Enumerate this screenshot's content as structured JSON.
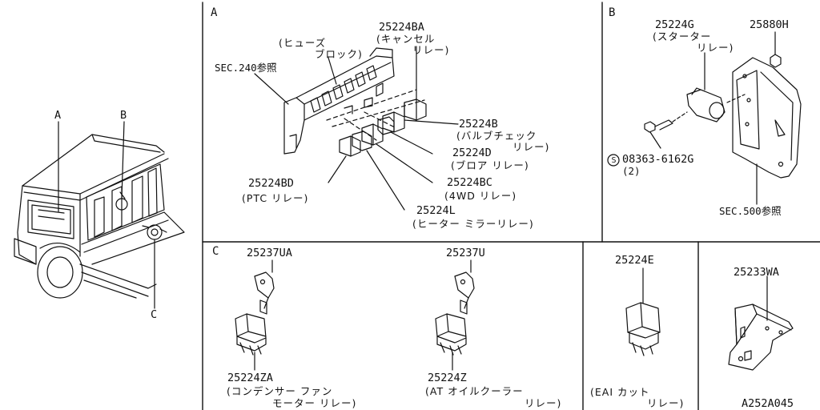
{
  "sections": {
    "a": "A",
    "b": "B",
    "c": "C"
  },
  "overview": {
    "callout_a": "A",
    "callout_b": "B",
    "callout_c": "C"
  },
  "panel_a": {
    "fuse_block_line1": "(ヒューズ",
    "fuse_block_line2": "ブロック)",
    "sec_ref": "SEC.240参照",
    "part_ba": "25224BA",
    "part_ba_desc1": "(キャンセル",
    "part_ba_desc2": "リレー)",
    "part_b": "25224B",
    "part_b_desc1": "(バルブチェック",
    "part_b_desc2": "リレー)",
    "part_d": "25224D",
    "part_d_desc": "(ブロア リレー)",
    "part_bc": "25224BC",
    "part_bc_desc": "(4WD  リレー)",
    "part_l": "25224L",
    "part_l_desc": "(ヒーター ミラーリレー)",
    "part_bd": "25224BD",
    "part_bd_desc": "(PTC リレー)"
  },
  "panel_b": {
    "part_g": "25224G",
    "part_g_desc1": "(スターター",
    "part_g_desc2": "リレー)",
    "part_h": "25880H",
    "bolt": "08363-6162G",
    "bolt_symbol": "S",
    "bolt_qty": "(2)",
    "sec_ref": "SEC.500参照"
  },
  "panel_c": {
    "part_ua": "25237UA",
    "part_za": "25224ZA",
    "part_za_desc1": "(コンデンサー  ファン",
    "part_za_desc2": "モーター  リレー)",
    "part_u": "25237U",
    "part_z": "25224Z",
    "part_z_desc1": "(AT オイルクーラー",
    "part_z_desc2": "リレー)"
  },
  "panel_e": {
    "part_e": "25224E",
    "part_e_desc1": "(EAI  カット",
    "part_e_desc2": "リレー)"
  },
  "panel_wa": {
    "part_wa": "25233WA"
  },
  "diagram_code": "A252A045"
}
